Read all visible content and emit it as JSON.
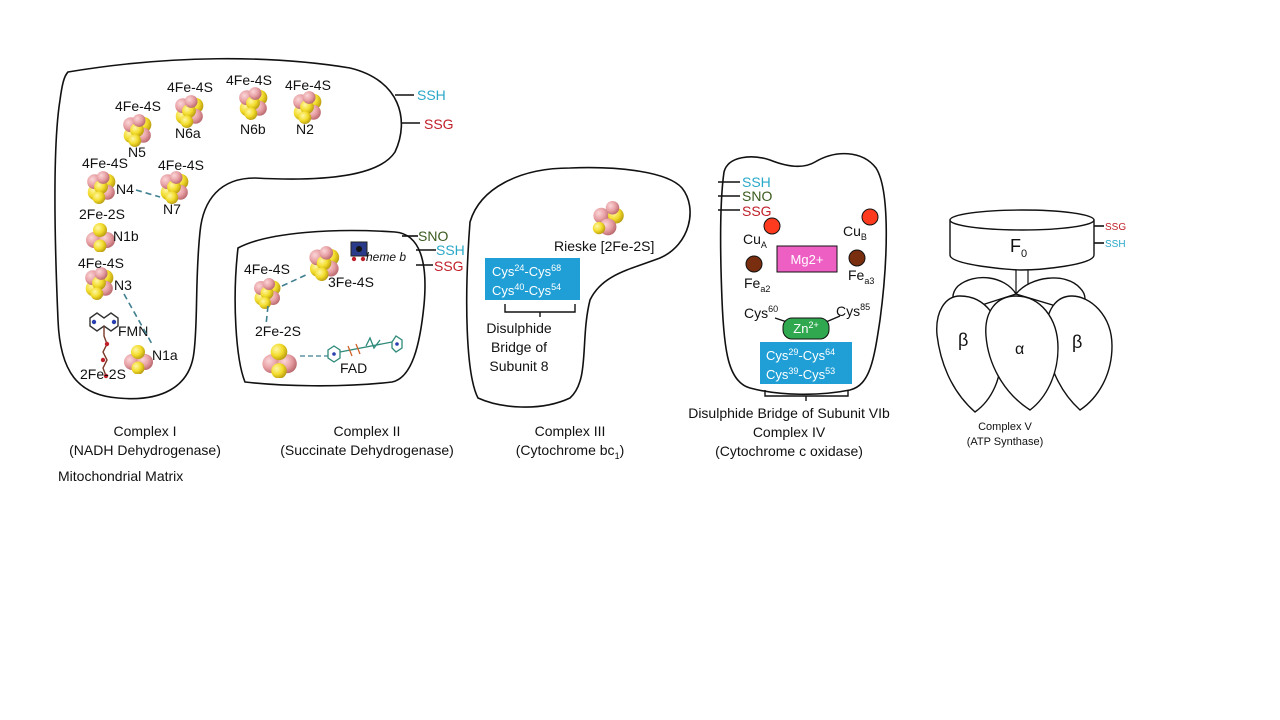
{
  "complex1": {
    "caption_line1": "Complex I",
    "caption_line2": "(NADH Dehydrogenase)",
    "matrix_label": "Mitochondrial Matrix",
    "cofactors": {
      "n5_type": "4Fe-4S",
      "n5_name": "N5",
      "n6a_type": "4Fe-4S",
      "n6a_name": "N6a",
      "n6b_type": "4Fe-4S",
      "n6b_name": "N6b",
      "n2_type": "4Fe-4S",
      "n2_name": "N2",
      "n4_type": "4Fe-4S",
      "n4_name": "N4",
      "n7_type": "4Fe-4S",
      "n7_name": "N7",
      "n1b_type": "2Fe-2S",
      "n1b_name": "N1b",
      "n3_type": "4Fe-4S",
      "n3_name": "N3",
      "fmn": "FMN",
      "n1a_name": "N1a",
      "n1a_type": "2Fe-2S"
    },
    "mods": {
      "ssh": "SSH",
      "ssg": "SSG"
    }
  },
  "complex2": {
    "caption_line1": "Complex II",
    "caption_line2": "(Succinate Dehydrogenase)",
    "cofactors": {
      "c4fe4s": "4Fe-4S",
      "c3fe4s": "3Fe-4S",
      "heme": "heme b",
      "c2fe2s": "2Fe-2S",
      "fad": "FAD"
    },
    "mods": {
      "sno": "SNO",
      "ssh": "SSH",
      "ssg": "SSG"
    }
  },
  "complex3": {
    "caption_line1": "Complex III",
    "caption_line2_main": "(Cytochrome bc",
    "caption_line2_sub": "1",
    "caption_line2_end": ")",
    "rieske": "Rieske [2Fe-2S]",
    "bridge": {
      "row1": {
        "a": "Cys",
        "a_sup": "24",
        "dash": "-Cys",
        "b_sup": "68"
      },
      "row2": {
        "a": "Cys",
        "a_sup": "40",
        "dash": "-Cys",
        "b_sup": "54"
      }
    },
    "bridge_label": [
      "Disulphide",
      "Bridge of",
      "Subunit 8"
    ]
  },
  "complex4": {
    "bridge_label": "Disulphide Bridge of Subunit VIb",
    "caption_line1": "Complex IV",
    "caption_line2": "(Cytochrome c oxidase)",
    "mods": {
      "ssh": "SSH",
      "sno": "SNO",
      "ssg": "SSG"
    },
    "metals": {
      "cua": "Cu",
      "cua_sub": "A",
      "cub": "Cu",
      "cub_sub": "B",
      "fea2": "Fe",
      "fea2_sub": "a2",
      "fea3": "Fe",
      "fea3_sub": "a3",
      "mg": "Mg2+",
      "zn": "Zn",
      "zn_sup": "2+"
    },
    "cys_left": "Cys",
    "cys_left_sup": "60",
    "cys_right": "Cys",
    "cys_right_sup": "85",
    "bridge": {
      "row1": {
        "a": "Cys",
        "a_sup": "29",
        "dash": "-Cys",
        "b_sup": "64"
      },
      "row2": {
        "a": "Cys",
        "a_sup": "39",
        "dash": "-Cys",
        "b_sup": "53"
      }
    }
  },
  "complex5": {
    "f0_main": "F",
    "f0_sub": "0",
    "subunit_beta_left": "β",
    "subunit_alpha": "α",
    "subunit_beta_right": "β",
    "caption_line1": "Complex V",
    "caption_line2": "(ATP Synthase)",
    "mods": {
      "ssg": "SSG",
      "ssh": "SSH"
    }
  },
  "colors": {
    "ssh": "#2aa8c8",
    "ssg": "#c0202a",
    "sno": "#3a5a1e",
    "cys_box": "#1f9fd6",
    "zn_box": "#2fa84f",
    "mg_box": "#ee5fc4",
    "cu": "#ff3b1f",
    "fe": "#7a2e10",
    "sulfur": "#f2dc2a",
    "iron": "#e7a0a4"
  }
}
